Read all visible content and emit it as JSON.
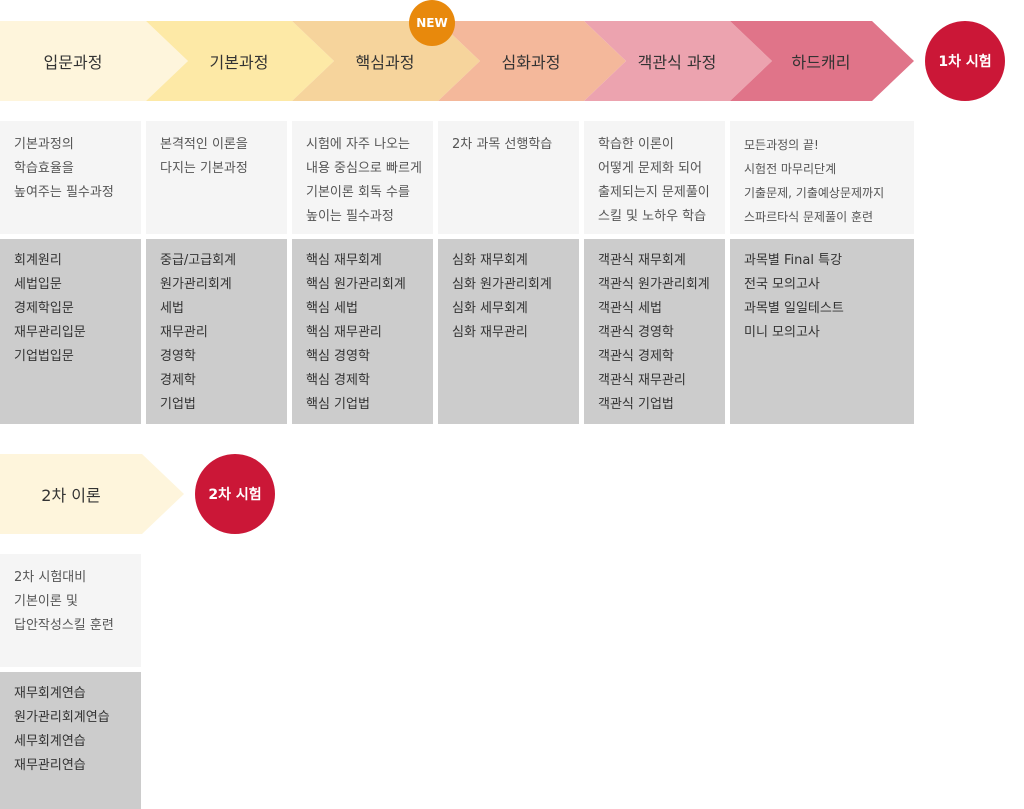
{
  "colors": {
    "stage1": "#fef5dc",
    "stage2": "#fde9a6",
    "stage3": "#f6d49c",
    "stage4": "#f4b89b",
    "stage5": "#eca3af",
    "stage6": "#e07489",
    "exam": "#cb1737",
    "new_badge": "#e8890c",
    "desc_bg": "#f5f5f5",
    "subj_bg": "#cccccc"
  },
  "top": {
    "stages": [
      {
        "title": "입문과정",
        "desc": [
          "기본과정의",
          "학습효율을",
          "높여주는 필수과정"
        ],
        "subjects": [
          "회계원리",
          "세법입문",
          "경제학입문",
          "재무관리입문",
          "기업법입문"
        ]
      },
      {
        "title": "기본과정",
        "desc": [
          "본격적인 이론을",
          "다지는 기본과정"
        ],
        "subjects": [
          "중급/고급회계",
          "원가관리회계",
          "세법",
          "재무관리",
          "경영학",
          "경제학",
          "기업법"
        ]
      },
      {
        "title": "핵심과정",
        "badge": "NEW",
        "desc": [
          "시험에 자주 나오는",
          "내용 중심으로 빠르게",
          "기본이론 회독 수를",
          "높이는 필수과정"
        ],
        "subjects": [
          "핵심 재무회계",
          "핵심 원가관리회계",
          "핵심 세법",
          "핵심 재무관리",
          "핵심 경영학",
          "핵심 경제학",
          "핵심 기업법"
        ]
      },
      {
        "title": "심화과정",
        "desc": [
          "2차 과목 선행학습"
        ],
        "subjects": [
          "심화 재무회계",
          "심화 원가관리회계",
          "심화 세무회계",
          "심화 재무관리"
        ]
      },
      {
        "title": "객관식 과정",
        "desc": [
          "학습한 이론이",
          "어떻게 문제화 되어",
          "출제되는지 문제풀이",
          "스킬 및 노하우 학습"
        ],
        "subjects": [
          "객관식 재무회계",
          "객관식 원가관리회계",
          "객관식 세법",
          "객관식 경영학",
          "객관식 경제학",
          "객관식 재무관리",
          "객관식 기업법"
        ]
      },
      {
        "title": "하드캐리",
        "desc": [
          "모든과정의 끝!",
          "시험전 마무리단계",
          "기출문제, 기출예상문제까지",
          "스파르타식 문제풀이 훈련"
        ],
        "subjects": [
          "과목별 Final 특강",
          "전국 모의고사",
          "과목별 일일테스트",
          "미니 모의고사"
        ]
      }
    ],
    "exam": "1차 시험"
  },
  "bottom": {
    "stage": {
      "title": "2차 이론",
      "desc": [
        "2차 시험대비",
        "기본이론 및",
        "답안작성스킬 훈련"
      ],
      "subjects": [
        "재무회계연습",
        "원가관리회계연습",
        "세무회계연습",
        "재무관리연습"
      ]
    },
    "exam": "2차 시험"
  }
}
